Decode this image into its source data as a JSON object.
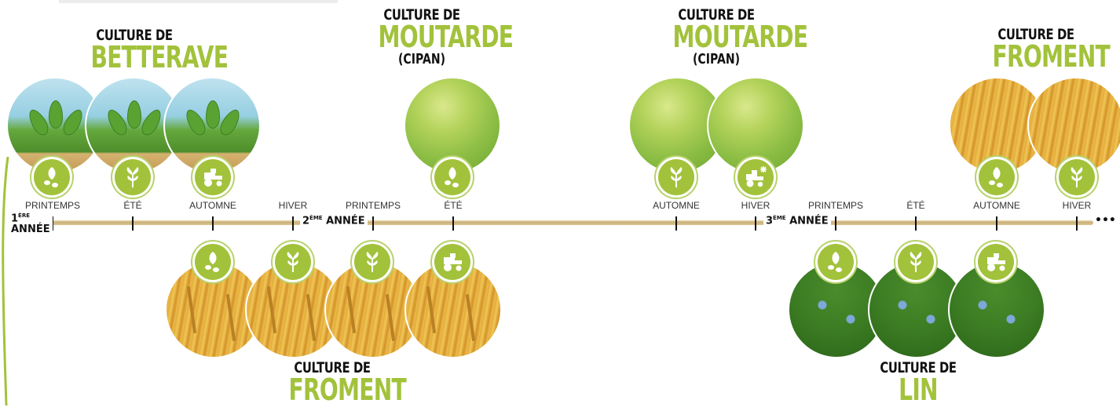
{
  "crops": {
    "betterave": {
      "kicker": "CULTURE DE",
      "name": "BETTERAVE"
    },
    "moutarde1": {
      "kicker": "CULTURE DE",
      "name": "MOUTARDE",
      "note": "(CIPAN)"
    },
    "moutarde2": {
      "kicker": "CULTURE DE",
      "name": "MOUTARDE",
      "note": "(CIPAN)"
    },
    "froment_top": {
      "kicker": "CULTURE DE",
      "name": "FROMENT"
    },
    "froment_bottom": {
      "kicker": "CULTURE DE",
      "name": "FROMENT"
    },
    "lin": {
      "kicker": "CULTURE DE",
      "name": "LIN"
    }
  },
  "seasons": [
    "PRINTEMPS",
    "ÉTÉ",
    "AUTOMNE",
    "HIVER",
    "PRINTEMPS",
    "ÉTÉ",
    "AUTOMNE",
    "HIVER",
    "PRINTEMPS",
    "ÉTÉ",
    "AUTOMNE",
    "HIVER"
  ],
  "years": {
    "y1": {
      "num": "1",
      "sup": "ÈRE",
      "label": "ANNÉE"
    },
    "y2": {
      "num": "2",
      "sup": "ÈME",
      "label": "ANNÉE"
    },
    "y3": {
      "num": "3",
      "sup": "ÈME",
      "label": "ANNÉE"
    }
  },
  "ellipsis": "•••",
  "icon_names": [
    "seed-icon",
    "plant-icon",
    "tractor-icon",
    "tractor-snow-icon"
  ],
  "colors": {
    "accent_green": "#a2c23b",
    "text_dark": "#111111"
  }
}
